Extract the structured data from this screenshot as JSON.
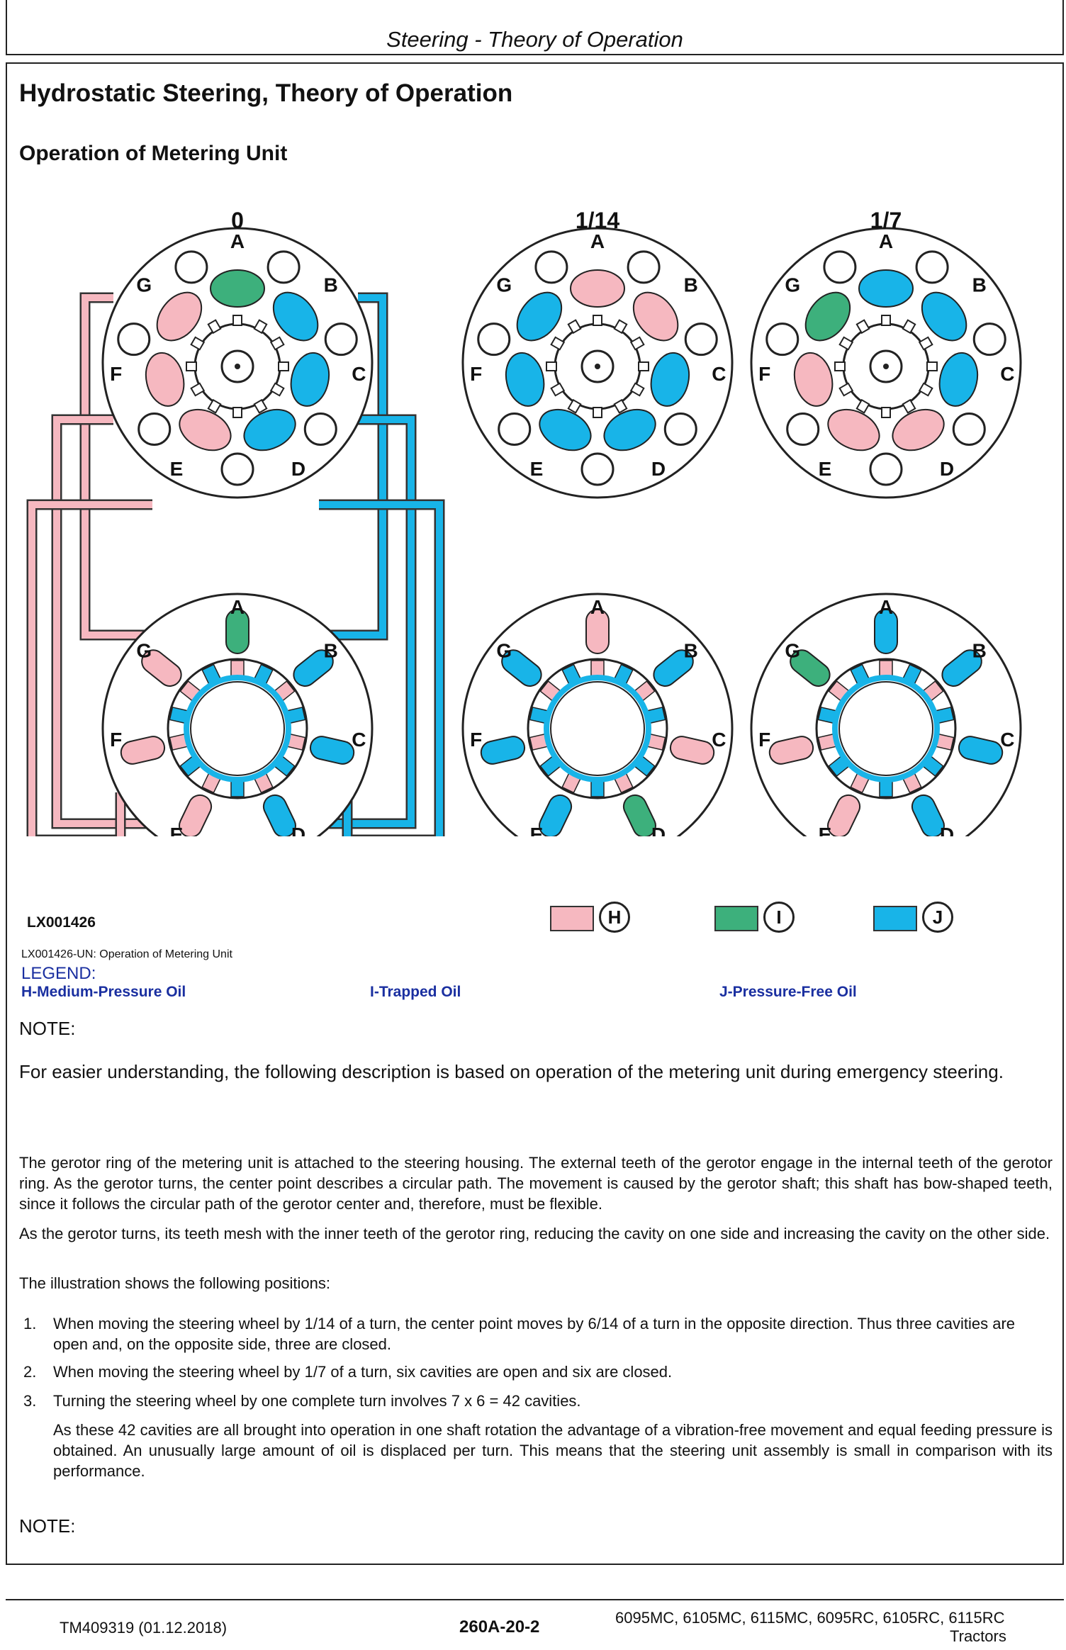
{
  "header": {
    "title": "Steering - Theory of Operation"
  },
  "heading": "Hydrostatic Steering, Theory of Operation",
  "subheading": "Operation of Metering Unit",
  "diagram": {
    "positions": [
      "0",
      "1/14",
      "1/7"
    ],
    "port_letters": [
      "A",
      "B",
      "C",
      "D",
      "E",
      "F",
      "G"
    ],
    "figure_id": "LX001426",
    "swatches": [
      {
        "letter": "H",
        "color": "#f6b8c0"
      },
      {
        "letter": "I",
        "color": "#3db07c"
      },
      {
        "letter": "J",
        "color": "#18b4e8"
      }
    ],
    "colors": {
      "medium": "#f6b8c0",
      "trapped": "#3db07c",
      "free": "#18b4e8"
    }
  },
  "caption": "LX001426-UN: Operation of Metering Unit",
  "legend": {
    "title": "LEGEND:",
    "items": [
      "H-Medium-Pressure Oil",
      "I-Trapped Oil",
      "J-Pressure-Free Oil"
    ]
  },
  "note1": "NOTE:",
  "note1_text": "For easier understanding, the following description is based on operation of the metering unit during emergency steering.",
  "paragraphs": [
    "The gerotor ring of the metering unit is attached to the steering housing. The external teeth of the gerotor engage in the internal teeth of the gerotor ring. As the gerotor turns, the center point describes a circular path. The movement is caused by the gerotor shaft; this shaft has bow-shaped teeth, since it follows the circular path of the gerotor center and, therefore, must be flexible.",
    "As the gerotor turns, its teeth mesh with the inner teeth of the gerotor ring, reducing the cavity on one side and increasing the cavity on the other side.",
    "The illustration shows the following positions:"
  ],
  "list": [
    {
      "num": "1.",
      "text": "When moving the steering wheel by 1/14 of a turn, the center point moves by 6/14 of a turn in the opposite direction. Thus three cavities are open and, on the opposite side, three are closed."
    },
    {
      "num": "2.",
      "text": "When moving the steering wheel by 1/7 of a turn, six cavities are open and six are closed."
    },
    {
      "num": "3.",
      "text": "Turning the steering wheel by one complete turn involves 7 x 6 = 42 cavities."
    }
  ],
  "list_continuation": "As these 42 cavities are all brought into operation in one shaft rotation the advantage of a vibration-free movement and equal feeding pressure is obtained. An unusually large amount of oil is displaced per turn. This means that the steering unit assembly is small in comparison with its performance.",
  "note2": "NOTE:",
  "footer": {
    "doc": "TM409319 (01.12.2018)",
    "page": "260A-20-2",
    "models": "6095MC, 6105MC, 6115MC, 6095RC, 6105RC, 6115RC",
    "product": "Tractors"
  }
}
